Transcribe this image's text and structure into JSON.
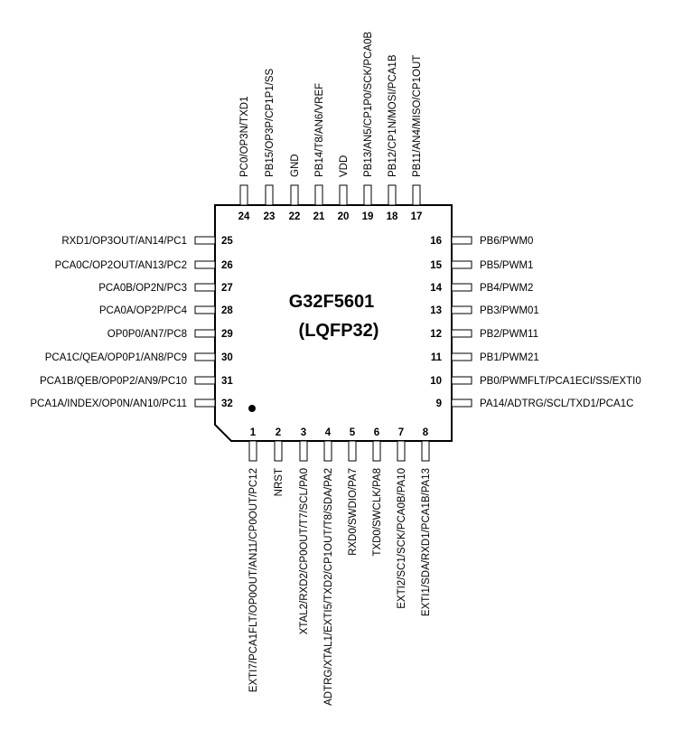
{
  "chip": {
    "name": "G32F5601",
    "package": "(LQFP32)"
  },
  "pins": {
    "top": [
      {
        "num": "24",
        "label": "PC0/OP3N/TXD1"
      },
      {
        "num": "23",
        "label": "PB15/OP3P/CP1P1/SS"
      },
      {
        "num": "22",
        "label": "GND"
      },
      {
        "num": "21",
        "label": "PB14/T8/AN6/VREF"
      },
      {
        "num": "20",
        "label": "VDD"
      },
      {
        "num": "19",
        "label": "PB13/AN5/CP1P0/SCK/PCA0B"
      },
      {
        "num": "18",
        "label": "PB12/CP1N/MOSI/PCA1B"
      },
      {
        "num": "17",
        "label": "PB11/AN4/MISO/CP1OUT"
      }
    ],
    "left": [
      {
        "num": "25",
        "label": "RXD1/OP3OUT/AN14/PC1"
      },
      {
        "num": "26",
        "label": "PCA0C/OP2OUT/AN13/PC2"
      },
      {
        "num": "27",
        "label": "PCA0B/OP2N/PC3"
      },
      {
        "num": "28",
        "label": "PCA0A/OP2P/PC4"
      },
      {
        "num": "29",
        "label": "OP0P0/AN7/PC8"
      },
      {
        "num": "30",
        "label": "PCA1C/QEA/OP0P1/AN8/PC9"
      },
      {
        "num": "31",
        "label": "PCA1B/QEB/OP0P2/AN9/PC10"
      },
      {
        "num": "32",
        "label": "PCA1A/INDEX/OP0N/AN10/PC11"
      }
    ],
    "right": [
      {
        "num": "16",
        "label": "PB6/PWM0"
      },
      {
        "num": "15",
        "label": "PB5/PWM1"
      },
      {
        "num": "14",
        "label": "PB4/PWM2"
      },
      {
        "num": "13",
        "label": "PB3/PWM01"
      },
      {
        "num": "12",
        "label": "PB2/PWM11"
      },
      {
        "num": "11",
        "label": "PB1/PWM21"
      },
      {
        "num": "10",
        "label": "PB0/PWMFLT/PCA1ECI/SS/EXTI0"
      },
      {
        "num": "9",
        "label": "PA14/ADTRG/SCL/TXD1/PCA1C"
      }
    ],
    "bottom": [
      {
        "num": "1",
        "label": "EXTI7/PCA1FLT/OP0OUT/AN11/CP0OUT/PC12"
      },
      {
        "num": "2",
        "label": "NRST"
      },
      {
        "num": "3",
        "label": "XTAL2/RXD2/CP0OUT/T7/SCL/PA0"
      },
      {
        "num": "4",
        "label": "ADTRG/XTAL1/EXTI5/TXD2/CP1OUT/T8/SDA/PA2"
      },
      {
        "num": "5",
        "label": "RXD0/SWDIO/PA7"
      },
      {
        "num": "6",
        "label": "TXD0/SWCLK/PA8"
      },
      {
        "num": "7",
        "label": "EXTI2/SC1/SCK/PCA0B/PA10"
      },
      {
        "num": "8",
        "label": "EXTI1/SDA/RXD1/PCA1B/PA13"
      }
    ]
  }
}
